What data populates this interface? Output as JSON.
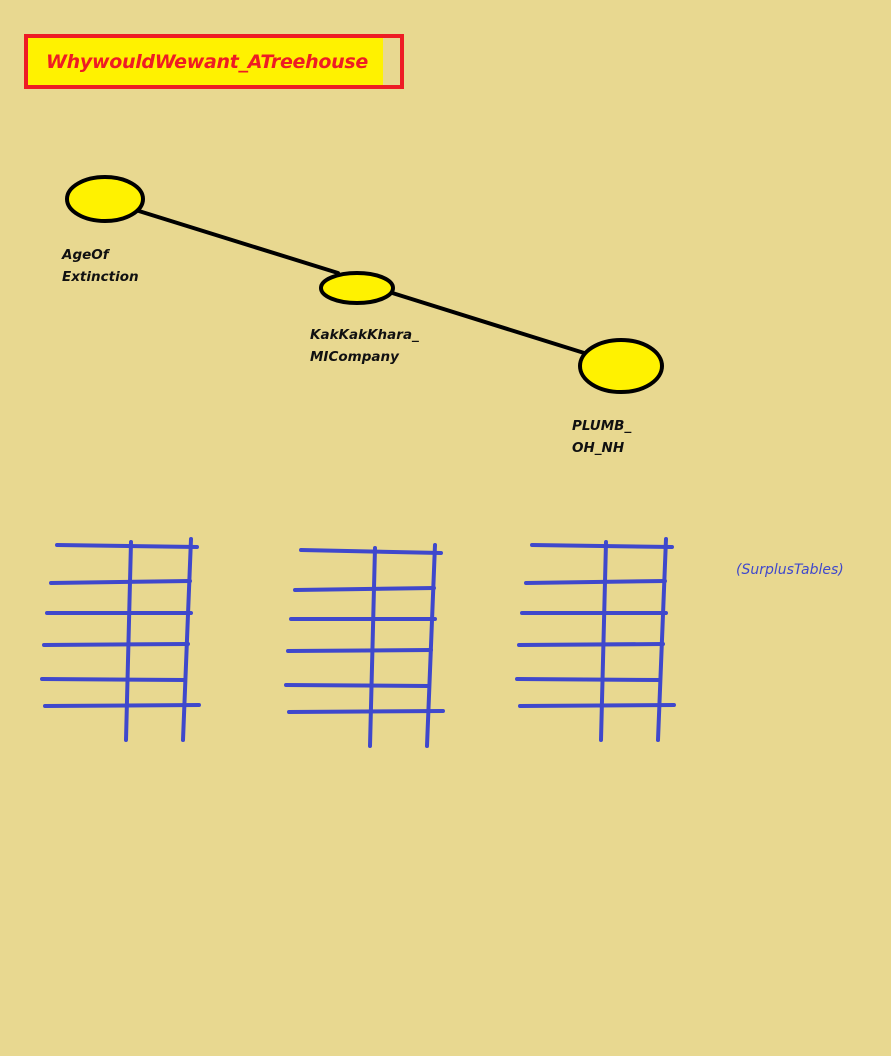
{
  "colors": {
    "background": "#e8d890",
    "title_fill": "#fff200",
    "title_border": "#ee1c24",
    "title_text": "#ee1c24",
    "node_fill": "#fff200",
    "node_stroke": "#000000",
    "table_lines": "#3f48cc",
    "note_text": "#3f48cc"
  },
  "title": "WhywouldWewant_ATreehouse",
  "nodes": [
    {
      "line1": "AgeOf",
      "line2": "Extinction"
    },
    {
      "line1": "KakKakKhara_",
      "line2": "MICompany"
    },
    {
      "line1": "PLUMB_",
      "line2": "OH_NH"
    }
  ],
  "tables": [
    {
      "rows": 6,
      "columns": 2
    },
    {
      "rows": 6,
      "columns": 2
    },
    {
      "rows": 6,
      "columns": 2
    }
  ],
  "note": "(SurplusTables)"
}
